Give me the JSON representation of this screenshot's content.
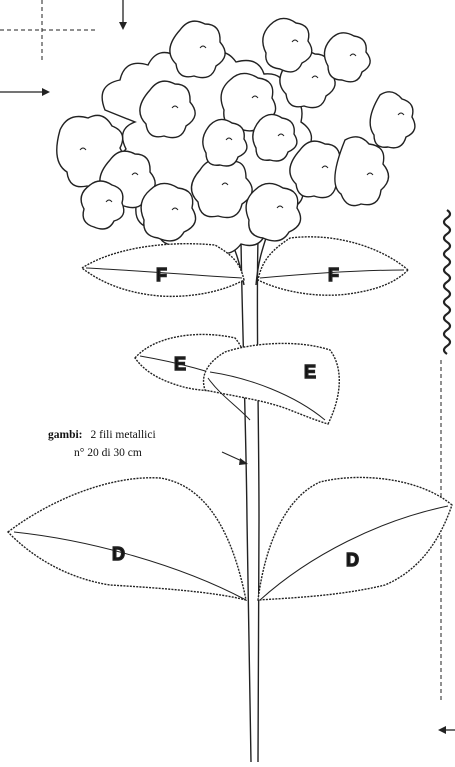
{
  "diagram": {
    "labels": {
      "upper_leaf": "F",
      "middle_leaf": "E",
      "lower_leaf": "D"
    },
    "stem_note": {
      "term": "gambi:",
      "line1_rest": "2 fili metallici",
      "line2": "n° 20 di 30 cm"
    }
  }
}
